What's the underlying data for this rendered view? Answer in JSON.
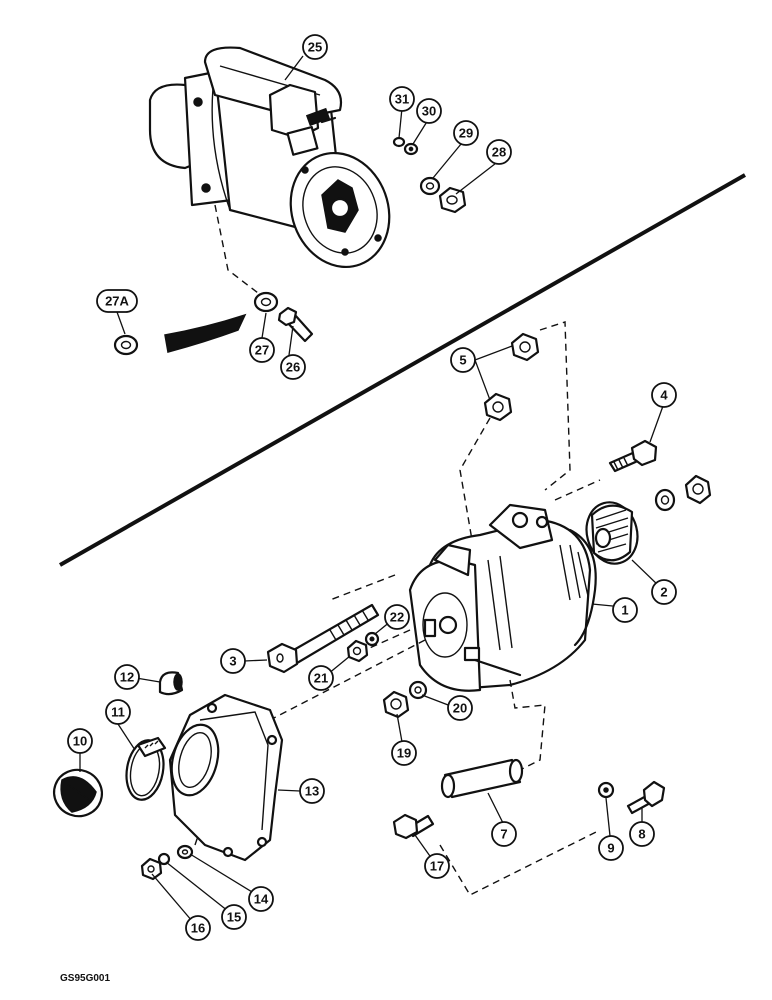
{
  "drawing_code": "GS95G001",
  "callouts": [
    {
      "id": "c1",
      "label": "1"
    },
    {
      "id": "c2",
      "label": "2"
    },
    {
      "id": "c3",
      "label": "3"
    },
    {
      "id": "c4",
      "label": "4"
    },
    {
      "id": "c5",
      "label": "5"
    },
    {
      "id": "c7",
      "label": "7"
    },
    {
      "id": "c8",
      "label": "8"
    },
    {
      "id": "c9",
      "label": "9"
    },
    {
      "id": "c10",
      "label": "10"
    },
    {
      "id": "c11",
      "label": "11"
    },
    {
      "id": "c12",
      "label": "12"
    },
    {
      "id": "c13",
      "label": "13"
    },
    {
      "id": "c14",
      "label": "14"
    },
    {
      "id": "c15",
      "label": "15"
    },
    {
      "id": "c16",
      "label": "16"
    },
    {
      "id": "c17",
      "label": "17"
    },
    {
      "id": "c19",
      "label": "19"
    },
    {
      "id": "c20",
      "label": "20"
    },
    {
      "id": "c21",
      "label": "21"
    },
    {
      "id": "c22",
      "label": "22"
    },
    {
      "id": "c25",
      "label": "25"
    },
    {
      "id": "c26",
      "label": "26"
    },
    {
      "id": "c27",
      "label": "27"
    },
    {
      "id": "c27a",
      "label": "27A"
    },
    {
      "id": "c28",
      "label": "28"
    },
    {
      "id": "c29",
      "label": "29"
    },
    {
      "id": "c30",
      "label": "30"
    },
    {
      "id": "c31",
      "label": "31"
    }
  ]
}
